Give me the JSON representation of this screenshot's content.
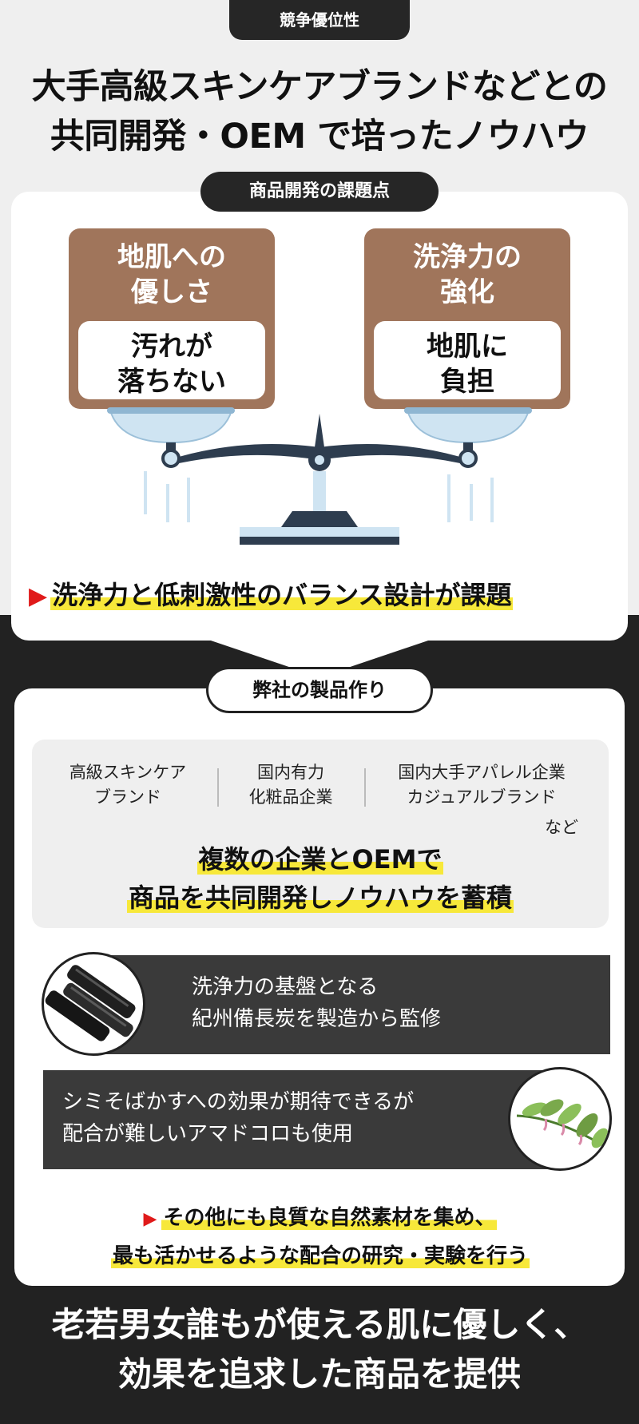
{
  "header": {
    "category_chip": "競争優位性",
    "headline_line1": "大手高級スキンケアブランドなどとの",
    "headline_line2": "共同開発・OEM で培ったノウハウ"
  },
  "issues": {
    "chip": "商品開発の課題点",
    "left": {
      "title_line1": "地肌への",
      "title_line2": "優しさ",
      "note_line1": "汚れが",
      "note_line2": "落ちない"
    },
    "right": {
      "title_line1": "洗浄力の",
      "title_line2": "強化",
      "note_line1": "地肌に",
      "note_line2": "負担"
    },
    "conclusion": "洗浄力と低刺激性のバランス設計が課題"
  },
  "development": {
    "chip": "弊社の製品作り",
    "partners": [
      {
        "line1": "高級スキンケア",
        "line2": "ブランド"
      },
      {
        "line1": "国内有力",
        "line2": "化粧品企業"
      },
      {
        "line1": "国内大手アパレル企業",
        "line2": "カジュアルブランド"
      }
    ],
    "partners_suffix": "など",
    "lead_line1": "複数の企業とOEMで",
    "lead_line2": "商品を共同開発しノウハウを蓄積",
    "feature1_line1": "洗浄力の基盤となる",
    "feature1_line2": "紀州備長炭を製造から監修",
    "feature2_line1": "シミそばかすへの効果が期待できるが",
    "feature2_line2": "配合が難しいアマドコロも使用",
    "note_line1": "その他にも良質な自然素材を集め、",
    "note_line2": "最も活かせるような配合の研究・実験を行う"
  },
  "closing": {
    "line1": "老若男女誰もが使える肌に優しく、",
    "line2": "効果を追求した商品を提供"
  },
  "colors": {
    "accent_brown": "#a0755b",
    "highlight_yellow": "#f7e83a",
    "marker_red": "#e01a1a",
    "dark": "#222222"
  }
}
